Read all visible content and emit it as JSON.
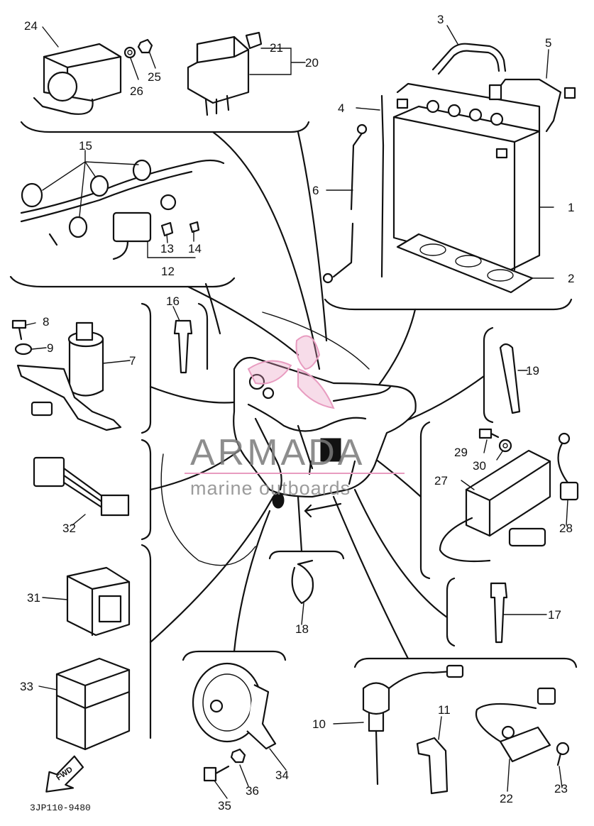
{
  "diagram": {
    "code": "3JP110-9480",
    "watermark": {
      "brand": "ARMADA",
      "tagline": "marine outboards",
      "accent": "#e89cc0"
    },
    "forward_arrow": {
      "label": "FWD",
      "icon": "forward-arrow-icon"
    },
    "callouts": [
      {
        "id": "1",
        "label": "1"
      },
      {
        "id": "2",
        "label": "2"
      },
      {
        "id": "3",
        "label": "3"
      },
      {
        "id": "4",
        "label": "4"
      },
      {
        "id": "5",
        "label": "5"
      },
      {
        "id": "6",
        "label": "6"
      },
      {
        "id": "7",
        "label": "7"
      },
      {
        "id": "8",
        "label": "8"
      },
      {
        "id": "9",
        "label": "9"
      },
      {
        "id": "10",
        "label": "10"
      },
      {
        "id": "11",
        "label": "11"
      },
      {
        "id": "12",
        "label": "12"
      },
      {
        "id": "13",
        "label": "13"
      },
      {
        "id": "14",
        "label": "14"
      },
      {
        "id": "15",
        "label": "15"
      },
      {
        "id": "16",
        "label": "16"
      },
      {
        "id": "17",
        "label": "17"
      },
      {
        "id": "18",
        "label": "18"
      },
      {
        "id": "19",
        "label": "19"
      },
      {
        "id": "20",
        "label": "20"
      },
      {
        "id": "21",
        "label": "21"
      },
      {
        "id": "22",
        "label": "22"
      },
      {
        "id": "23",
        "label": "23"
      },
      {
        "id": "24",
        "label": "24"
      },
      {
        "id": "25",
        "label": "25"
      },
      {
        "id": "26",
        "label": "26"
      },
      {
        "id": "27",
        "label": "27"
      },
      {
        "id": "28",
        "label": "28"
      },
      {
        "id": "29",
        "label": "29"
      },
      {
        "id": "30",
        "label": "30"
      },
      {
        "id": "31",
        "label": "31"
      },
      {
        "id": "32",
        "label": "32"
      },
      {
        "id": "33",
        "label": "33"
      },
      {
        "id": "34",
        "label": "34"
      },
      {
        "id": "35",
        "label": "35"
      },
      {
        "id": "36",
        "label": "36"
      }
    ]
  }
}
